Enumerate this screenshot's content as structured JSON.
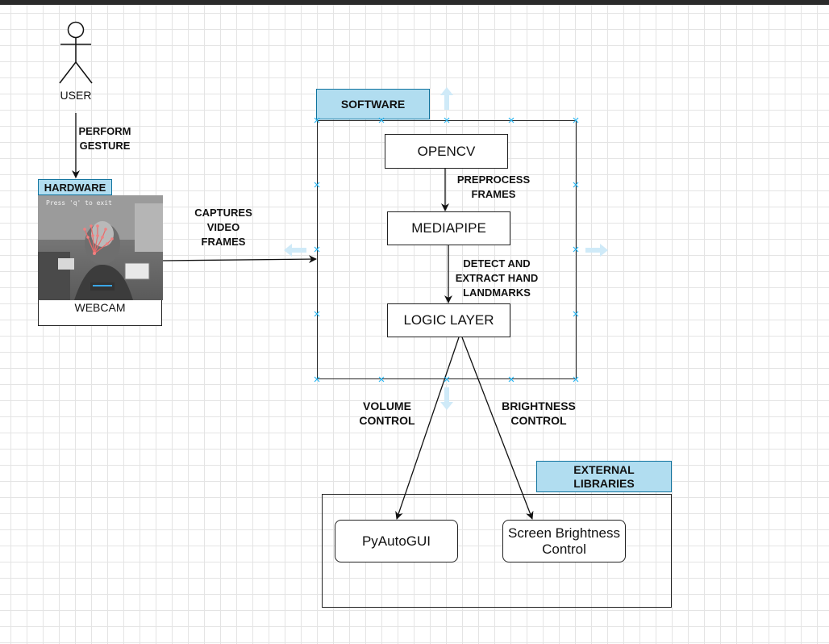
{
  "user": {
    "label": "USER"
  },
  "hardware": {
    "tag": "HARDWARE",
    "webcam_label": "WEBCAM",
    "preview_text": "Press 'q' to exit"
  },
  "software": {
    "tag": "SOFTWARE",
    "opencv": "OPENCV",
    "mediapipe": "MEDIAPIPE",
    "logic_layer": "LOGIC LAYER"
  },
  "external": {
    "tag_line1": "EXTERNAL",
    "tag_line2": "LIBRARIES",
    "pyautogui": "PyAutoGUI",
    "brightness_line1": "Screen Brightness",
    "brightness_line2": "Control"
  },
  "edges": {
    "perform_gesture": [
      "PERFORM",
      "GESTURE"
    ],
    "captures_video_frames": [
      "CAPTURES",
      "VIDEO",
      "FRAMES"
    ],
    "preprocess_frames": [
      "PREPROCESS",
      "FRAMES"
    ],
    "detect_extract": [
      "DETECT AND",
      "EXTRACT HAND",
      "LANDMARKS"
    ],
    "volume_control": [
      "VOLUME",
      "CONTROL"
    ],
    "brightness_control": [
      "BRIGHTNESS",
      "CONTROL"
    ]
  },
  "colors": {
    "tag_fill": "#b1ddf0",
    "tag_border": "#10739e",
    "line": "#111111",
    "selection": "#29b6f2"
  }
}
